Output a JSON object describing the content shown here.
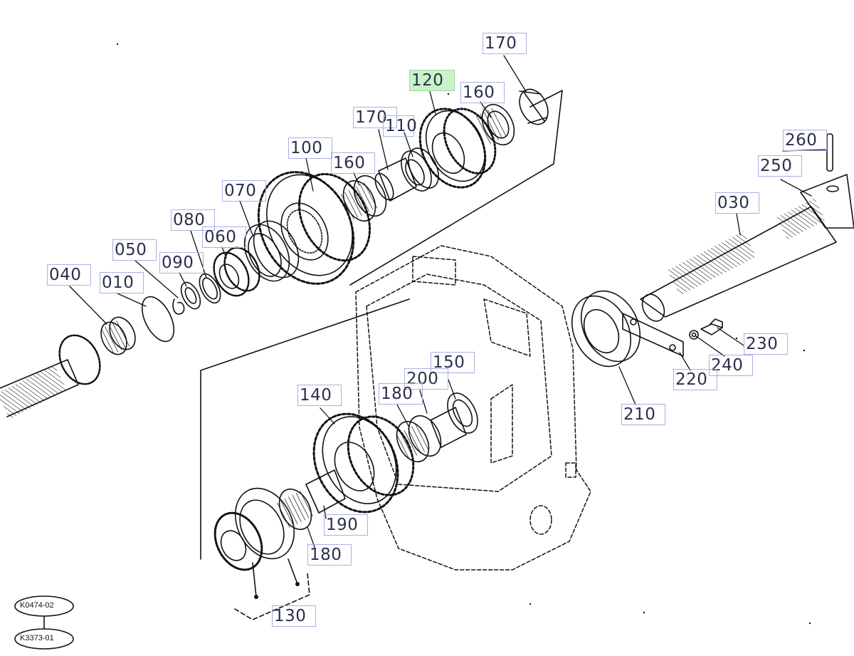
{
  "callouts": [
    {
      "id": "170a",
      "label": "170"
    },
    {
      "id": "120",
      "label": "120",
      "selected": true
    },
    {
      "id": "160a",
      "label": "160"
    },
    {
      "id": "170b",
      "label": "170"
    },
    {
      "id": "110",
      "label": "110"
    },
    {
      "id": "100",
      "label": "100"
    },
    {
      "id": "160b",
      "label": "160"
    },
    {
      "id": "070",
      "label": "070"
    },
    {
      "id": "080",
      "label": "080"
    },
    {
      "id": "060",
      "label": "060"
    },
    {
      "id": "050",
      "label": "050"
    },
    {
      "id": "090",
      "label": "090"
    },
    {
      "id": "040",
      "label": "040"
    },
    {
      "id": "010",
      "label": "010"
    },
    {
      "id": "260",
      "label": "260"
    },
    {
      "id": "250",
      "label": "250"
    },
    {
      "id": "030",
      "label": "030"
    },
    {
      "id": "230",
      "label": "230"
    },
    {
      "id": "240",
      "label": "240"
    },
    {
      "id": "220",
      "label": "220"
    },
    {
      "id": "210",
      "label": "210"
    },
    {
      "id": "150",
      "label": "150"
    },
    {
      "id": "200",
      "label": "200"
    },
    {
      "id": "180a",
      "label": "180"
    },
    {
      "id": "140",
      "label": "140"
    },
    {
      "id": "190",
      "label": "190"
    },
    {
      "id": "180b",
      "label": "180"
    },
    {
      "id": "130",
      "label": "130"
    }
  ],
  "references": [
    {
      "label": "K0474-02"
    },
    {
      "label": "K3373-01"
    }
  ],
  "colors": {
    "callout_border": "#a9b0e6",
    "callout_selected": "#c9f2c9",
    "ink": "#111111"
  }
}
